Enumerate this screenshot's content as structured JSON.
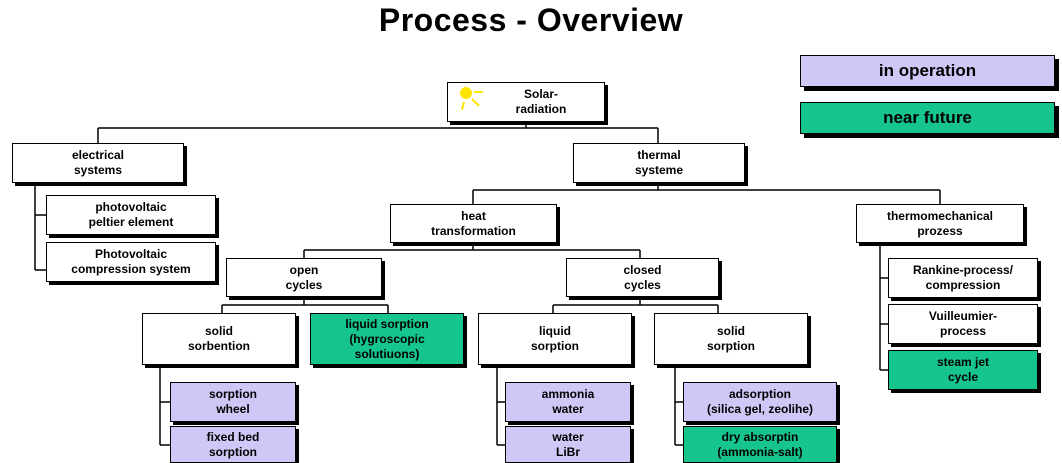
{
  "title": "Process - Overview",
  "legend": {
    "in_operation": "in operation",
    "near_future": "near future",
    "colors": {
      "in_operation": "#cdc8f5",
      "near_future": "#16c48d"
    }
  },
  "nodes": {
    "solar": {
      "line1": "Solar-",
      "line2": "radiation"
    },
    "electrical": {
      "line1": "electrical",
      "line2": "systems"
    },
    "thermal": {
      "line1": "thermal",
      "line2": "systeme"
    },
    "pv_peltier": {
      "line1": "photovoltaic",
      "line2": "peltier element"
    },
    "pv_comp": {
      "line1": "Photovoltaic",
      "line2": "compression system"
    },
    "heat_trans": {
      "line1": "heat",
      "line2": "transformation"
    },
    "thermomech": {
      "line1": "thermomechanical",
      "line2": "prozess"
    },
    "open": {
      "line1": "open",
      "line2": "cycles"
    },
    "closed": {
      "line1": "closed",
      "line2": "cycles"
    },
    "rankine": {
      "line1": "Rankine-process/",
      "line2": "compression"
    },
    "vuilleumier": {
      "line1": "Vuilleumier-",
      "line2": "process"
    },
    "steamjet": {
      "line1": "steam jet",
      "line2": "cycle"
    },
    "solid_sorb": {
      "line1": "solid",
      "line2": "sorbention"
    },
    "liquid_sorp": {
      "line1": "liquid sorption",
      "line2": "(hygroscopic",
      "line3": "solutiuons)"
    },
    "liquid_sorption": {
      "line1": "liquid",
      "line2": "sorption"
    },
    "solid_sorption": {
      "line1": "solid",
      "line2": "sorption"
    },
    "sorp_wheel": {
      "line1": "sorption",
      "line2": "wheel"
    },
    "fixed_bed": {
      "line1": "fixed bed",
      "line2": "sorption"
    },
    "ammonia": {
      "line1": "ammonia",
      "line2": "water"
    },
    "water_libr": {
      "line1": "water",
      "line2": "LiBr"
    },
    "adsorption": {
      "line1": "adsorption",
      "line2": "(silica gel, zeolihe)"
    },
    "dry_abs": {
      "line1": "dry absorptin",
      "line2": "(ammonia-salt)"
    }
  }
}
